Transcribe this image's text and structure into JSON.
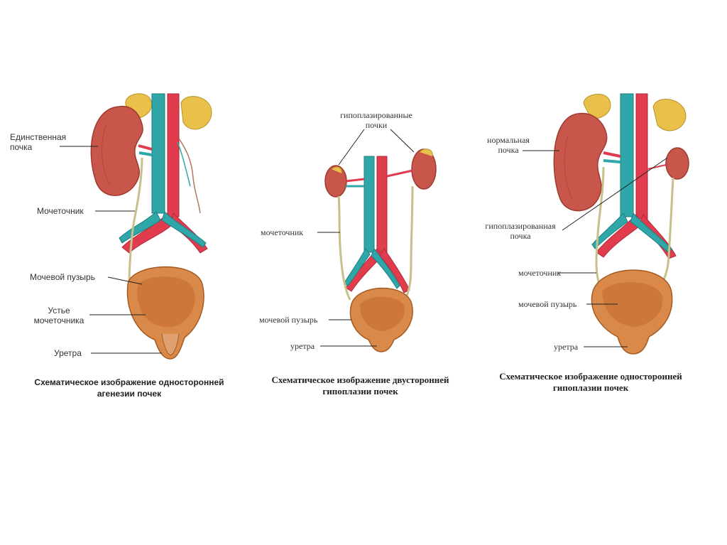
{
  "panels": [
    {
      "labels": {
        "kidney": "Единственная\nпочка",
        "ureter": "Мочеточник",
        "bladder": "Мочевой пузырь",
        "orifice": "Устье\nмочеточника",
        "urethra": "Уретра"
      },
      "caption": "Схематическое изображение односторонней\nагенезии почек"
    },
    {
      "labels": {
        "kidneys": "гипоплазированные\nпочки",
        "ureter": "мочеточник",
        "bladder": "мочевой пузырь",
        "urethra": "уретра"
      },
      "caption": "Схематическое изображение двусторонней\nгипоплазии почек"
    },
    {
      "labels": {
        "normal_kidney": "нормальная\nпочка",
        "hypo_kidney": "гипоплазированная\nпочка",
        "ureter": "мочеточник",
        "bladder": "мочевой пузырь",
        "urethra": "уретра"
      },
      "caption": "Схематическое изображение односторонней\nгипоплазии почек"
    }
  ],
  "colors": {
    "kidney": "#c9564a",
    "kidney_dark": "#9e3a30",
    "artery": "#e03c4e",
    "vein": "#2fa6a8",
    "adrenal": "#e8c04a",
    "bladder": "#d98a4a",
    "bladder_inner": "#c46a30",
    "ureter": "#c8c08a"
  }
}
